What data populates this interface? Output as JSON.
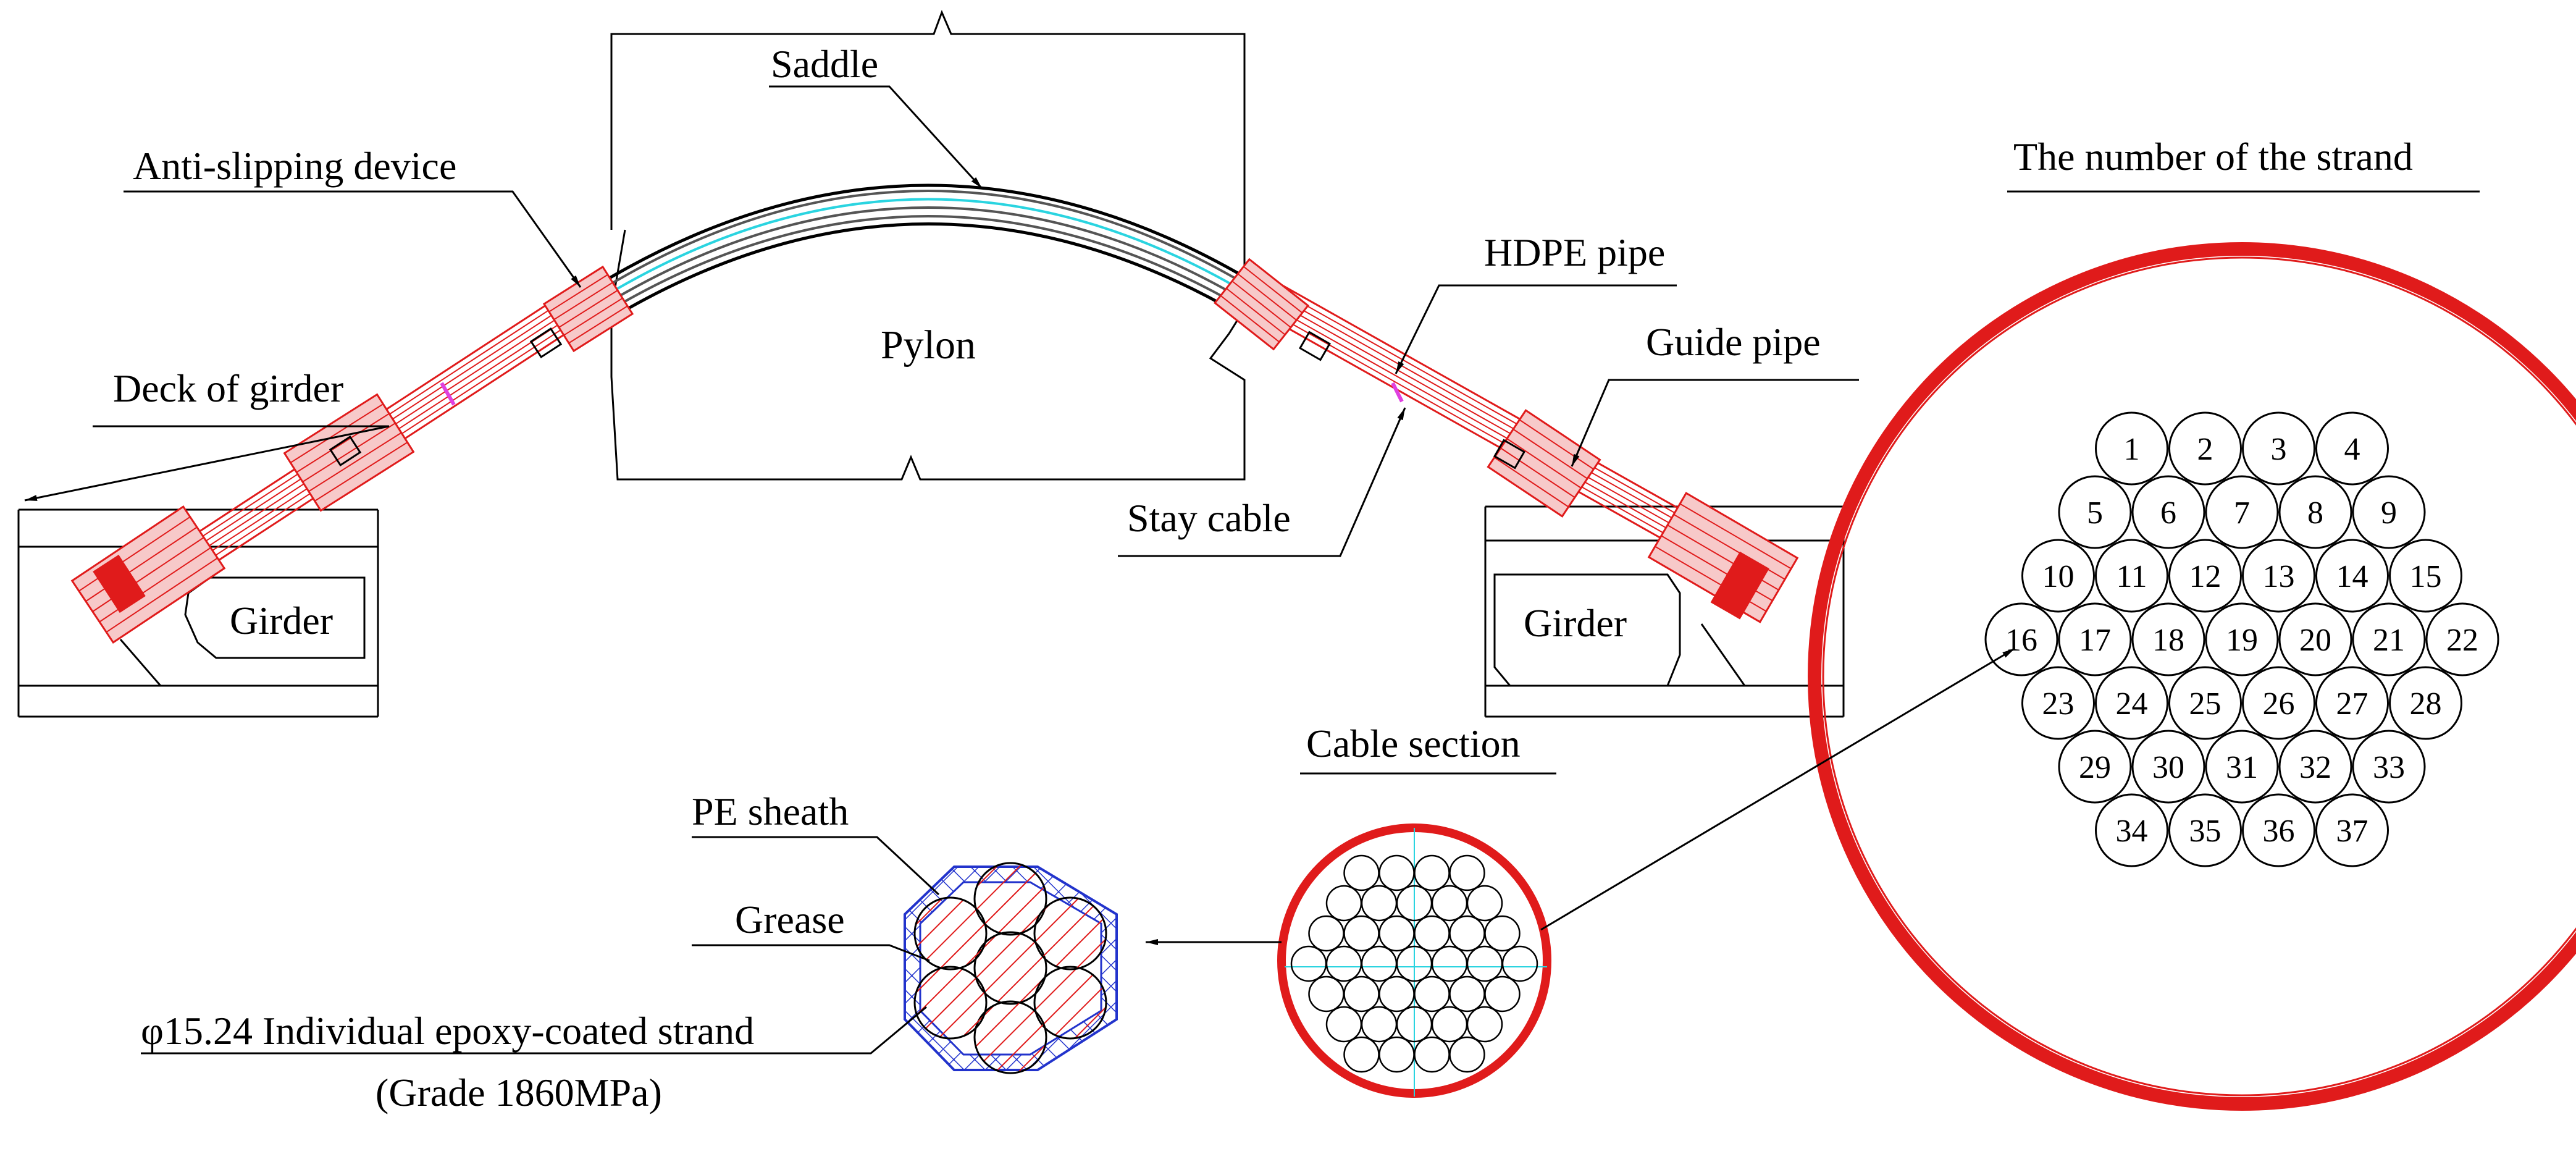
{
  "labels": {
    "saddle": "Saddle",
    "anti_slipping": "Anti-slipping device",
    "deck_of_girder": "Deck of girder",
    "pylon": "Pylon",
    "hdpe_pipe": "HDPE pipe",
    "guide_pipe": "Guide pipe",
    "stay_cable": "Stay cable",
    "girder_left": "Girder",
    "girder_right": "Girder",
    "strand_numbers_title": "The number of the strand",
    "cable_section": "Cable  section",
    "pe_sheath": "PE sheath",
    "grease": "Grease",
    "strand_desc": "φ15.24 Individual epoxy-coated strand",
    "strand_grade": "(Grade 1860MPa)"
  },
  "strand_numbers": [
    "1",
    "2",
    "3",
    "4",
    "5",
    "6",
    "7",
    "8",
    "9",
    "10",
    "11",
    "12",
    "13",
    "14",
    "15",
    "16",
    "17",
    "18",
    "19",
    "20",
    "21",
    "22",
    "23",
    "24",
    "25",
    "26",
    "27",
    "28",
    "29",
    "30",
    "31",
    "32",
    "33",
    "34",
    "35",
    "36",
    "37"
  ],
  "strand_rows": [
    4,
    5,
    6,
    7,
    6,
    5,
    4
  ],
  "colors": {
    "cable_red": "#e01b1b",
    "cyan_axis": "#2ad4e0",
    "blue_hatch": "#2233cc",
    "magenta_mark": "#e040e0",
    "line": "#000000"
  }
}
